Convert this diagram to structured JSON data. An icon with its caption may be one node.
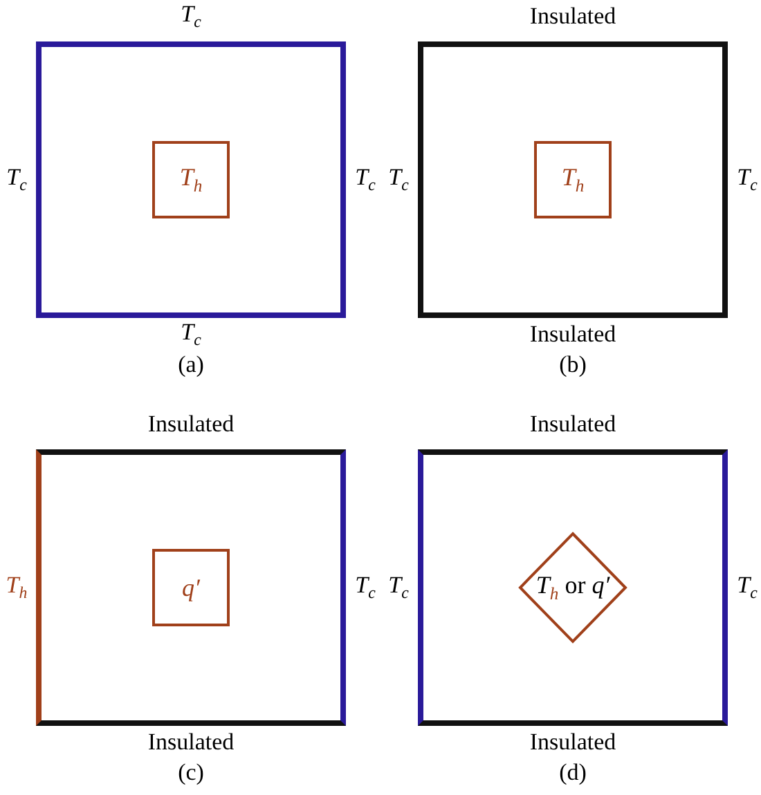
{
  "diagram": {
    "nodes": [
      {
        "text": [],
        "shape": "box",
        "beside": [
          "T$_{c}$",
          "T$_{c}$",
          "T$_{c}$",
          "T$_{c}$"
        ]
      },
      {
        "text": [
          "T$_{h}$"
        ],
        "in": 0
      },
      {
        "text": [],
        "shape": "box",
        "beside": [
          "Insulated",
          "T$_{c}$",
          "T$_{c}$",
          "Insulated"
        ]
      },
      {
        "text": [
          "T$_{h}$"
        ],
        "in": 2
      },
      {
        "text": [],
        "shape": "box",
        "beside": [
          "Insulated",
          "T$_{h}$",
          "T$_{c}$",
          "Insulated"
        ]
      },
      {
        "text": [
          "q′"
        ],
        "in": 4
      },
      {
        "text": [],
        "shape": "box",
        "beside": [
          "Insulated",
          "T$_{c}$",
          "T$_{c}$",
          "Insulated"
        ]
      },
      {
        "text": [
          "*T*$_{h}$ or *q′*"
        ],
        "in": 6
      }
    ],
    "labels": [
      "(a)",
      "(b)",
      "(c)",
      "(d)"
    ]
  }
}
